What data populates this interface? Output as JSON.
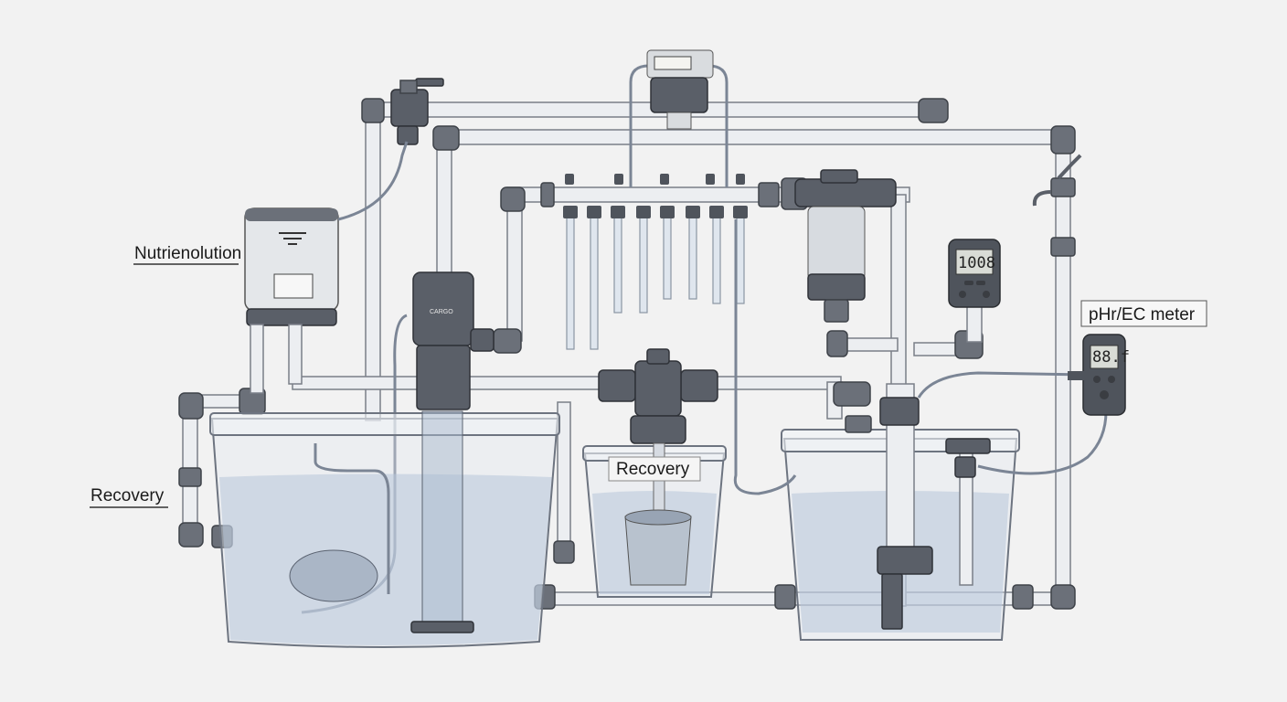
{
  "labels": {
    "nutrient_solution": "Nutrienolution",
    "recovery_left": "Recovery",
    "recovery_middle": "Recovery",
    "ph_ec_meter": "pHr/EC meter"
  },
  "devices": {
    "upper_meter_display": "1008",
    "lower_meter_display": "88.f",
    "pump_label": "CARGO"
  },
  "colors": {
    "background": "#f2f2f2",
    "pipe": "#eceef1",
    "fitting": "#6b7079",
    "water": "#a0b4cd"
  }
}
